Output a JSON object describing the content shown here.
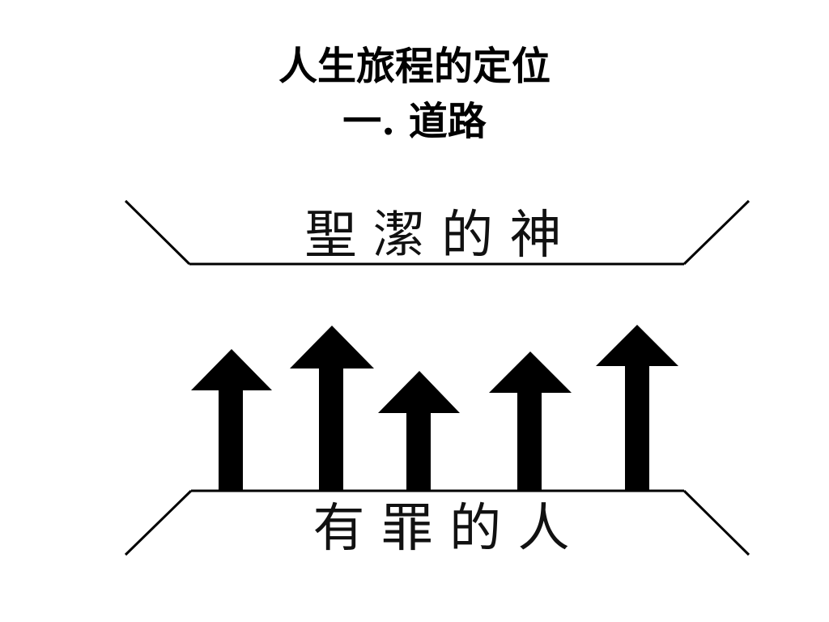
{
  "slide": {
    "title_line1": "人生旅程的定位",
    "title_line2": "一. 道路"
  },
  "diagram": {
    "top_label": "聖 潔 的 神",
    "bottom_label": "有 罪 的 人",
    "arrow_count": 5,
    "ink_color": "#000000",
    "background_color": "#ffffff"
  }
}
